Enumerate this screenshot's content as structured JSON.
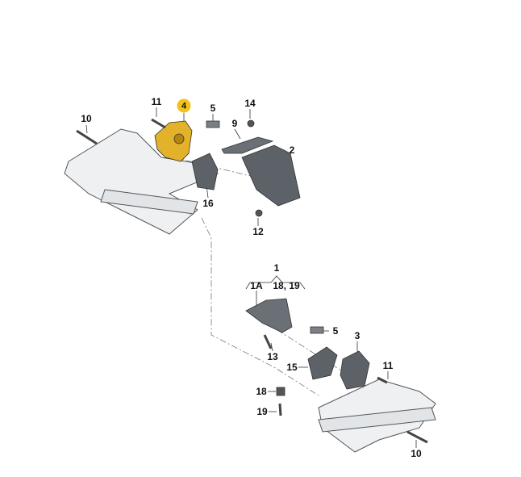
{
  "diagram": {
    "highlight_color": "#f2c21b",
    "callouts": [
      {
        "id": "10-top",
        "text": "10"
      },
      {
        "id": "11-top",
        "text": "11"
      },
      {
        "id": "4",
        "text": "4",
        "highlighted": true
      },
      {
        "id": "5-top",
        "text": "5"
      },
      {
        "id": "14",
        "text": "14"
      },
      {
        "id": "9",
        "text": "9"
      },
      {
        "id": "2",
        "text": "2"
      },
      {
        "id": "16",
        "text": "16"
      },
      {
        "id": "12",
        "text": "12"
      },
      {
        "id": "1",
        "text": "1"
      },
      {
        "id": "1A",
        "text": "1A"
      },
      {
        "id": "18-19-group",
        "text": "18, 19"
      },
      {
        "id": "5-bottom",
        "text": "5"
      },
      {
        "id": "3",
        "text": "3"
      },
      {
        "id": "13",
        "text": "13"
      },
      {
        "id": "15",
        "text": "15"
      },
      {
        "id": "11-bottom",
        "text": "11"
      },
      {
        "id": "18",
        "text": "18"
      },
      {
        "id": "19",
        "text": "19"
      },
      {
        "id": "10-bottom",
        "text": "10"
      }
    ]
  }
}
